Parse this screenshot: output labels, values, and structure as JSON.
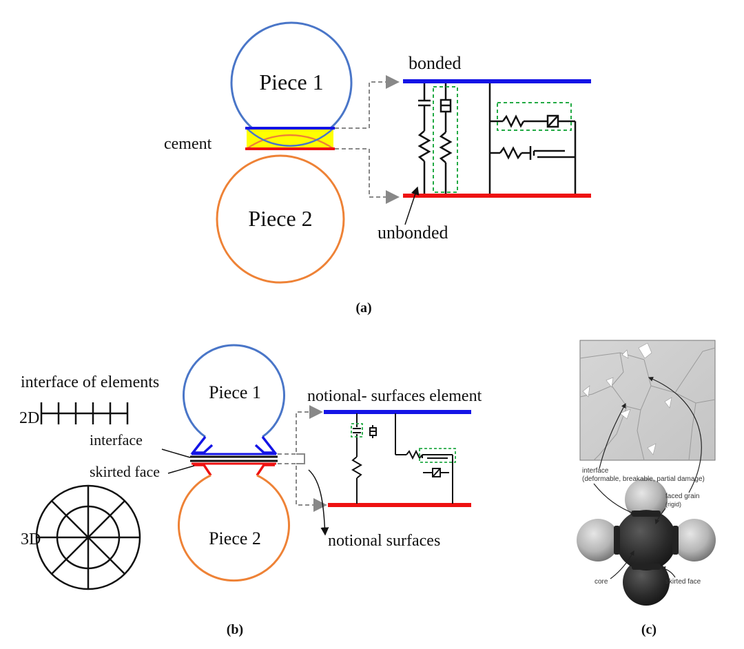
{
  "panel_a": {
    "caption": "(a)",
    "piece1": "Piece 1",
    "piece2": "Piece 2",
    "cement": "cement",
    "bonded": "bonded",
    "unbonded": "unbonded"
  },
  "panel_b": {
    "caption": "(b)",
    "interface_of_elements": "interface of elements",
    "label_2d": "2D",
    "label_3d": "3D",
    "interface": "interface",
    "skirted_face": "skirted face",
    "piece1": "Piece 1",
    "piece2": "Piece 2",
    "notional_surfaces_element": "notional- surfaces element",
    "notional_surfaces": "notional surfaces"
  },
  "panel_c": {
    "caption": "(c)",
    "interface_title": "interface",
    "interface_detail": "(deformable, breakable, partial damage)",
    "faced_grain": "faced grain",
    "rigid": "(rigid)",
    "core": "core",
    "skirted_face": "skirted face"
  },
  "colors": {
    "bonded_blue": "#1414e6",
    "unbonded_red": "#ee1111",
    "piece1_outline": "#4a76c8",
    "piece2_outline": "#ee8236",
    "cement_fill": "#ffff00",
    "dashed_box": "#22aa44",
    "arrow_gray": "#888888"
  }
}
